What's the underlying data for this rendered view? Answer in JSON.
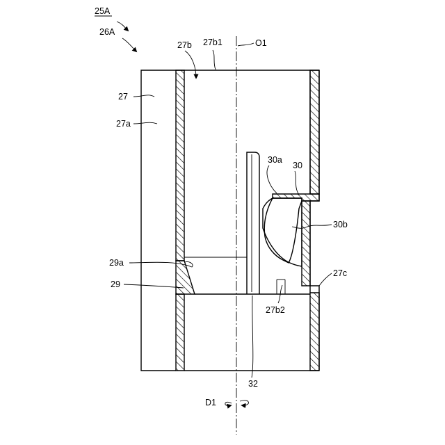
{
  "labels": {
    "ref_25A": "25A",
    "ref_26A": "26A",
    "ref_27": "27",
    "ref_27a": "27a",
    "ref_27b": "27b",
    "ref_27b1": "27b1",
    "ref_O1": "O1",
    "ref_30a": "30a",
    "ref_30": "30",
    "ref_30b": "30b",
    "ref_29a": "29a",
    "ref_29": "29",
    "ref_27c": "27c",
    "ref_27b2": "27b2",
    "ref_32": "32",
    "ref_D1": "D1"
  }
}
